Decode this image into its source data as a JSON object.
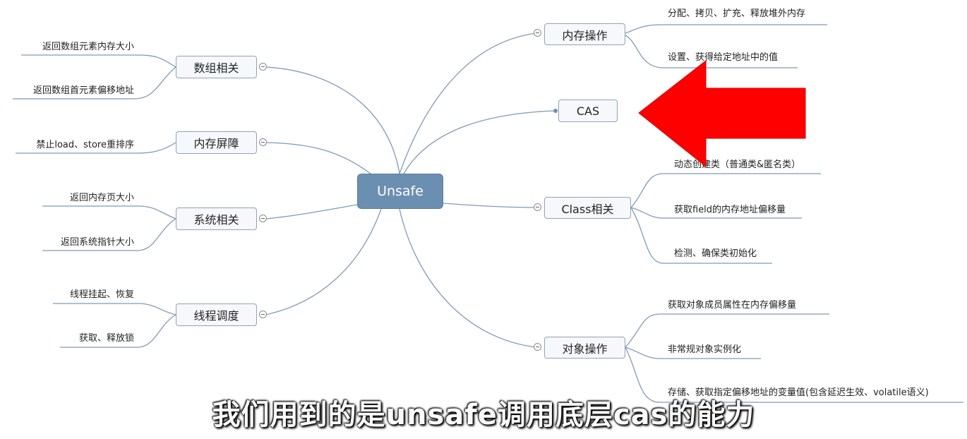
{
  "mindmap": {
    "root": "Unsafe",
    "branches": {
      "memory_ops": {
        "label": "内存操作",
        "leaves": [
          "分配、拷贝、扩充、释放堆外内存",
          "设置、获得给定地址中的值"
        ]
      },
      "cas": {
        "label": "CAS"
      },
      "class_related": {
        "label": "Class相关",
        "leaves": [
          "动态创建类（普通类&匿名类）",
          "获取field的内存地址偏移量",
          "检测、确保类初始化"
        ]
      },
      "object_ops": {
        "label": "对象操作",
        "leaves": [
          "获取对象成员属性在内存偏移量",
          "非常规对象实例化",
          "存储、获取指定偏移地址的变量值(包含延迟生效、volatile语义)"
        ]
      },
      "array_related": {
        "label": "数组相关",
        "leaves": [
          "返回数组元素内存大小",
          "返回数组首元素偏移地址"
        ]
      },
      "memory_barrier": {
        "label": "内存屏障",
        "leaves": [
          "禁止load、store重排序"
        ]
      },
      "system_related": {
        "label": "系统相关",
        "leaves": [
          "返回内存页大小",
          "返回系统指针大小"
        ]
      },
      "thread_scheduling": {
        "label": "线程调度",
        "leaves": [
          "线程挂起、恢复",
          "获取、释放锁"
        ]
      }
    }
  },
  "subtitle": "我们用到的是unsafe调用底层cas的能力",
  "colors": {
    "root": "#6b8fb1",
    "link": "#7f9bb8",
    "arrow": "#ff0000"
  },
  "icons": {
    "toggle": "collapse-minus-icon",
    "arrow": "red-arrow-left-icon"
  }
}
